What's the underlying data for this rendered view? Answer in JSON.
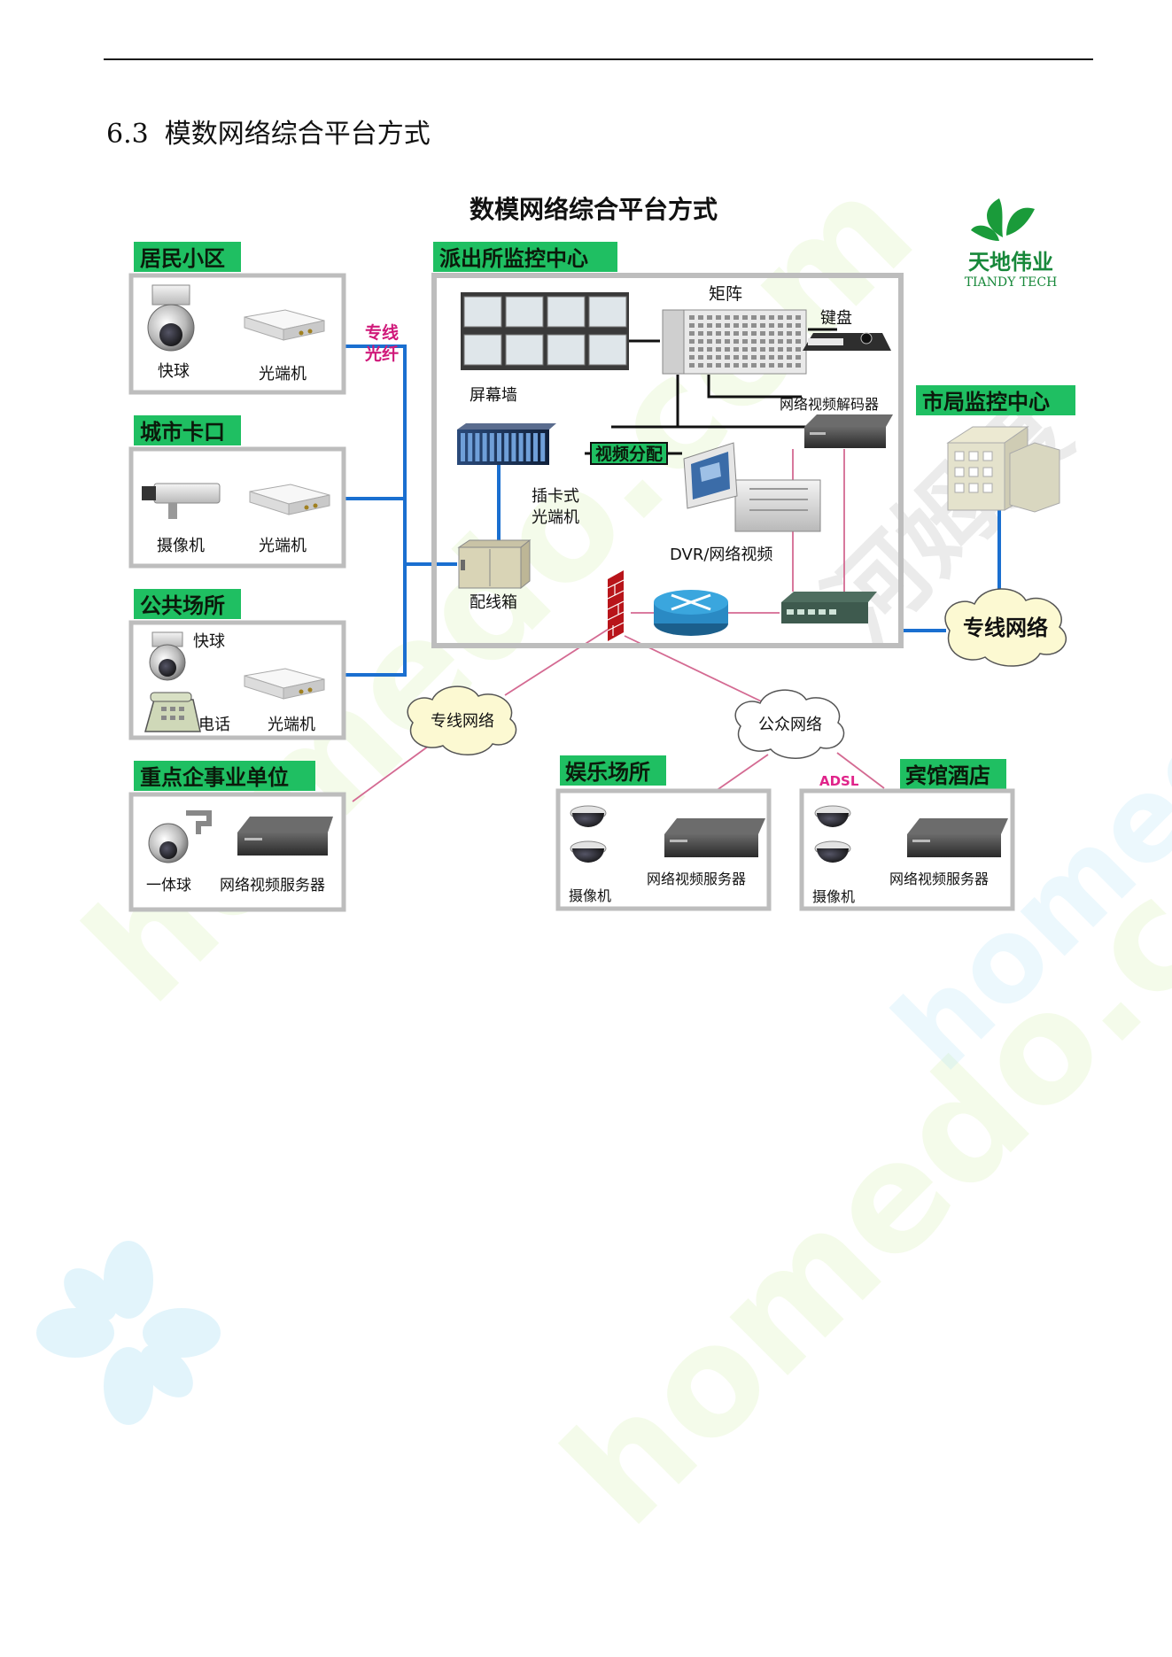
{
  "document": {
    "section_number": "6.3",
    "section_title": "模数网络综合平台方式"
  },
  "diagram": {
    "title": "数模网络综合平台方式",
    "brand": {
      "name_cn": "天地伟业",
      "name_en": "TIANDY TECH"
    },
    "sites": {
      "residential": {
        "label": "居民小区",
        "dome": "快球",
        "transceiver": "光端机"
      },
      "checkpoint": {
        "label": "城市卡口",
        "camera": "摄像机",
        "transceiver": "光端机"
      },
      "public": {
        "label": "公共场所",
        "dome": "快球",
        "phone": "电话",
        "transceiver": "光端机"
      },
      "enterprise": {
        "label": "重点企事业单位",
        "dome": "一体球",
        "server": "网络视频服务器"
      },
      "entertainment": {
        "label": "娱乐场所",
        "camera": "摄像机",
        "server": "网络视频服务器"
      },
      "hotel": {
        "label": "宾馆酒店",
        "camera": "摄像机",
        "server": "网络视频服务器"
      }
    },
    "center": {
      "label": "派出所监控中心",
      "matrix": "矩阵",
      "keyboard": "键盘",
      "video_wall": "屏幕墙",
      "decoder": "网络视频解码器",
      "splitter": "视频分配",
      "card_transceiver_l1": "插卡式",
      "card_transceiver_l2": "光端机",
      "dvr": "DVR/网络视频",
      "patch_box": "配线箱"
    },
    "city_center": {
      "label": "市局监控中心"
    },
    "links": {
      "fiber_l1": "专线",
      "fiber_l2": "光纤",
      "private_net_left": "专线网络",
      "private_net_right": "专线网络",
      "public_net": "公众网络",
      "adsl": "ADSL"
    },
    "watermarks": [
      "homedo.com",
      "homedo.com",
      "homedo.com",
      "河姆渡"
    ]
  },
  "colors": {
    "label_bg": "#1fbf62",
    "line_blue": "#1a6fd0",
    "line_pink": "#d46a92",
    "adsl_pink": "#e0248a",
    "fiber_pink": "#d0197a",
    "cloud_fill": "#fcf9d2",
    "box_border": "#bdbdbd"
  }
}
